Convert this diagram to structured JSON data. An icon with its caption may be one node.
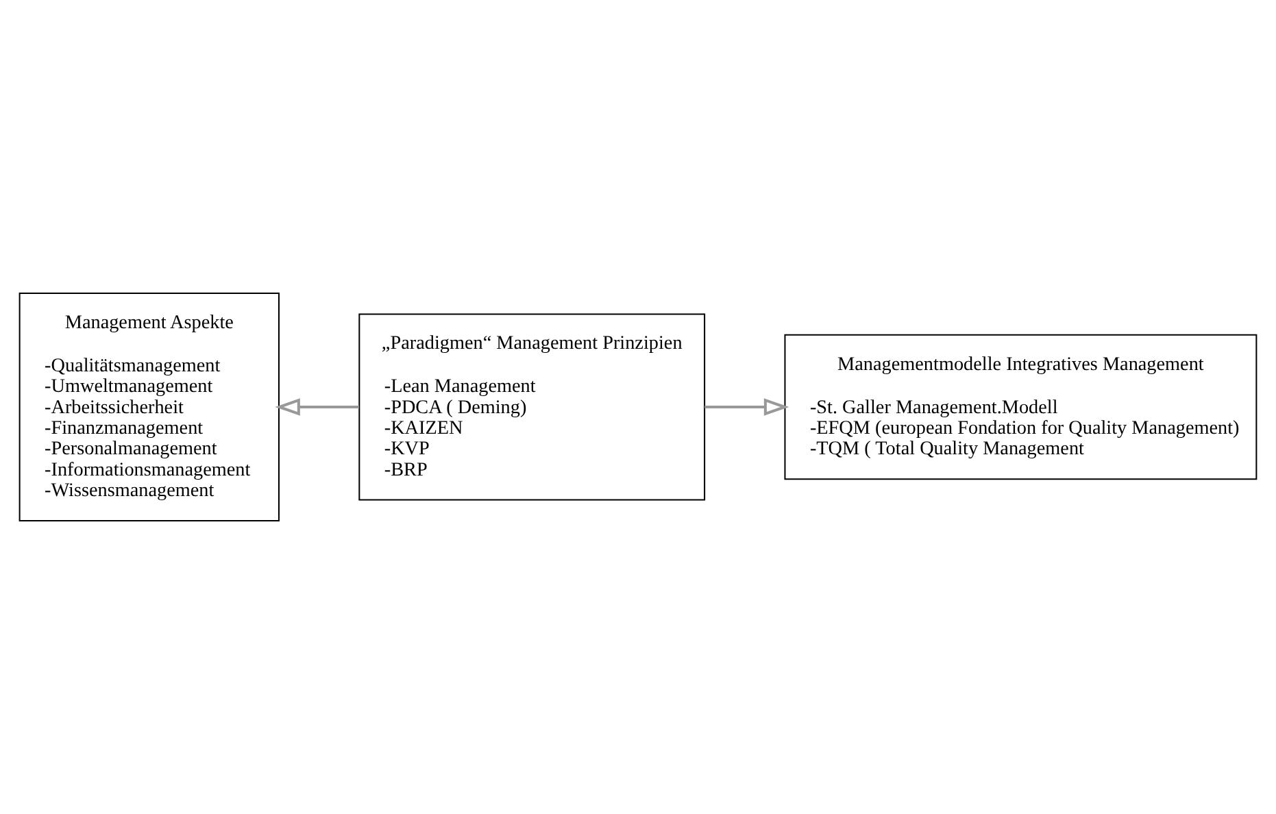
{
  "diagram": {
    "nodes": [
      {
        "text": [
          "Management Aspekte",
          "-Qualitätsmanagement",
          "-Umweltmanagement",
          "-Arbeitssicherheit",
          "-Finanzmanagement",
          "-Personalmanagement",
          "-Informationsmanagement",
          "-Wissensmanagement"
        ]
      },
      {
        "text": [
          "„Paradigmen“ Management Prinzipien",
          "-Lean Management",
          "-PDCA ( Deming)",
          "-KAIZEN",
          "-KVP",
          "-BRP"
        ]
      },
      {
        "text": [
          "Managementmodelle Integratives Management",
          "-St. Galler Management.Modell",
          "-EFQM (european Fondation for Quality Management)",
          "-TQM ( Total Quality Management"
        ]
      }
    ],
    "edges": [
      {
        "from": 1,
        "to": 2,
        "arrow": "to"
      },
      {
        "from": 1,
        "to": 0,
        "arrow": "to"
      }
    ]
  }
}
